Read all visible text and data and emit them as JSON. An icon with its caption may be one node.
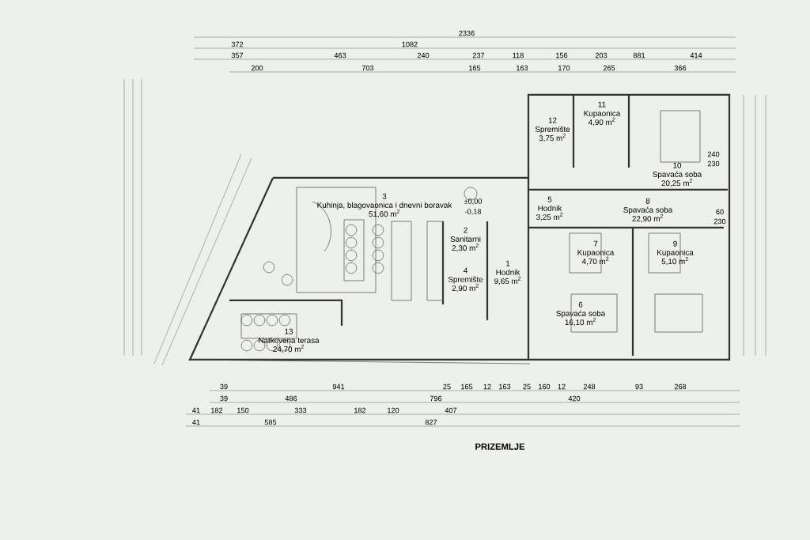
{
  "diagram": {
    "caption": "PRIZEMLJE",
    "nodes": [
      {
        "text": [
          "1",
          "Hodnik",
          "9,65 m$^{2}$"
        ]
      },
      {
        "text": [
          "2",
          "Sanitarni",
          "2,30 m$^{2}$"
        ]
      },
      {
        "text": [
          "3",
          "Kuhinja, blagovaonica i dnevni boravak",
          "51,60 m$^{2}$"
        ]
      },
      {
        "text": [
          "4",
          "Spremište",
          "2,90 m$^{2}$"
        ]
      },
      {
        "text": [
          "5",
          "Hodnik",
          "3,25 m$^{2}$"
        ]
      },
      {
        "text": [
          "6",
          "Spavaća soba",
          "16,10 m$^{2}$"
        ]
      },
      {
        "text": [
          "7",
          "Kupaonica",
          "4,70 m$^{2}$"
        ]
      },
      {
        "text": [
          "8",
          "Spavaća soba",
          "22,90 m$^{2}$"
        ]
      },
      {
        "text": [
          "9",
          "Kupaonica",
          "5,10 m$^{2}$"
        ]
      },
      {
        "text": [
          "10",
          "Spavaća soba",
          "20,25 m$^{2}$"
        ]
      },
      {
        "text": [
          "11",
          "Kupaonica",
          "4,90 m$^{2}$"
        ]
      },
      {
        "text": [
          "12",
          "Spremište",
          "3,75 m$^{2}$"
        ]
      },
      {
        "text": [
          "13",
          "Natkrivena terasa",
          "24,70 m$^{2}$"
        ]
      }
    ],
    "labels": [
      "±0,00",
      "-0,18",
      "2336",
      "372",
      "1082",
      "357",
      "463",
      "240",
      "237",
      "118",
      "156",
      "203",
      "881",
      "414",
      "200",
      "703",
      "165",
      "163",
      "170",
      "265",
      "366",
      "240",
      "230",
      "60",
      "230",
      "39",
      "941",
      "25",
      "165",
      "12",
      "163",
      "25",
      "160",
      "12",
      "248",
      "93",
      "268",
      "39",
      "486",
      "796",
      "420",
      "41",
      "182",
      "150",
      "333",
      "182",
      "120",
      "407",
      "41",
      "585",
      "827"
    ]
  }
}
